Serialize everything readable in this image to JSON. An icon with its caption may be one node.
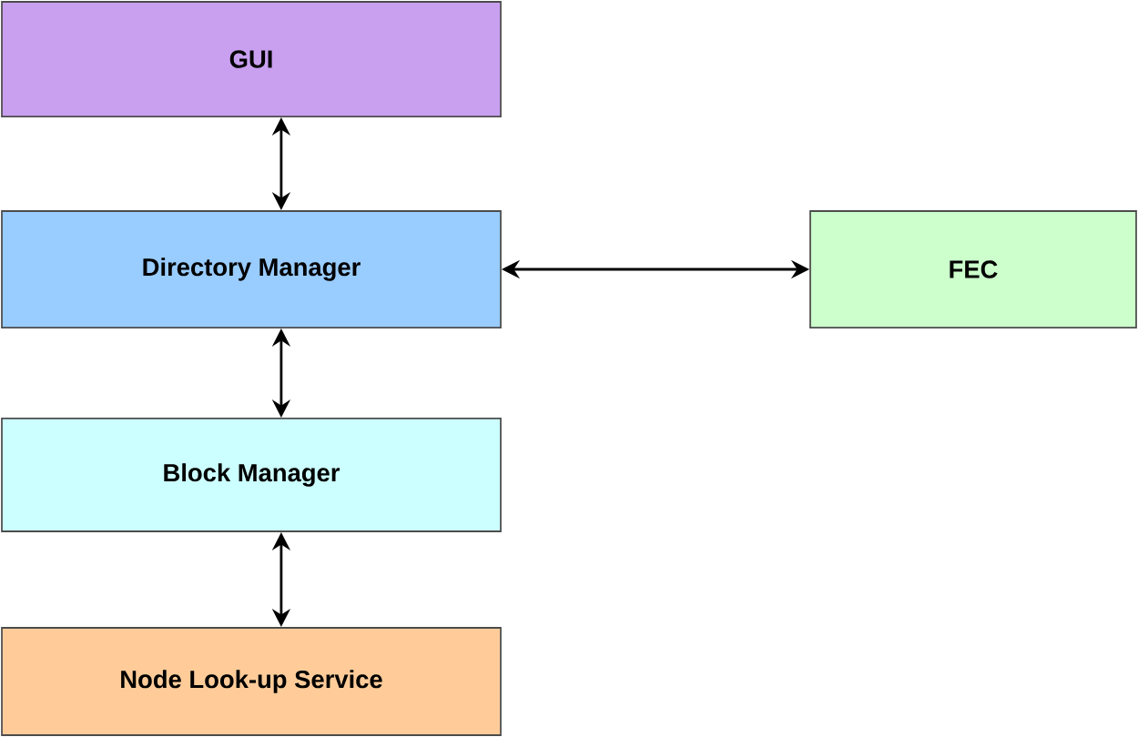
{
  "diagram": {
    "nodes": [
      {
        "text": [
          "GUI"
        ]
      },
      {
        "text": [
          "Directory Manager"
        ]
      },
      {
        "text": [
          "FEC"
        ]
      },
      {
        "text": [
          "Block Manager"
        ]
      },
      {
        "text": [
          "Node Look-up Service"
        ]
      }
    ],
    "edges": [
      {
        "from": 0,
        "to": 1,
        "arrow": "both"
      },
      {
        "from": 1,
        "to": 2,
        "arrow": "both"
      },
      {
        "from": 1,
        "to": 3,
        "arrow": "both"
      },
      {
        "from": 3,
        "to": 4,
        "arrow": "both"
      }
    ]
  }
}
